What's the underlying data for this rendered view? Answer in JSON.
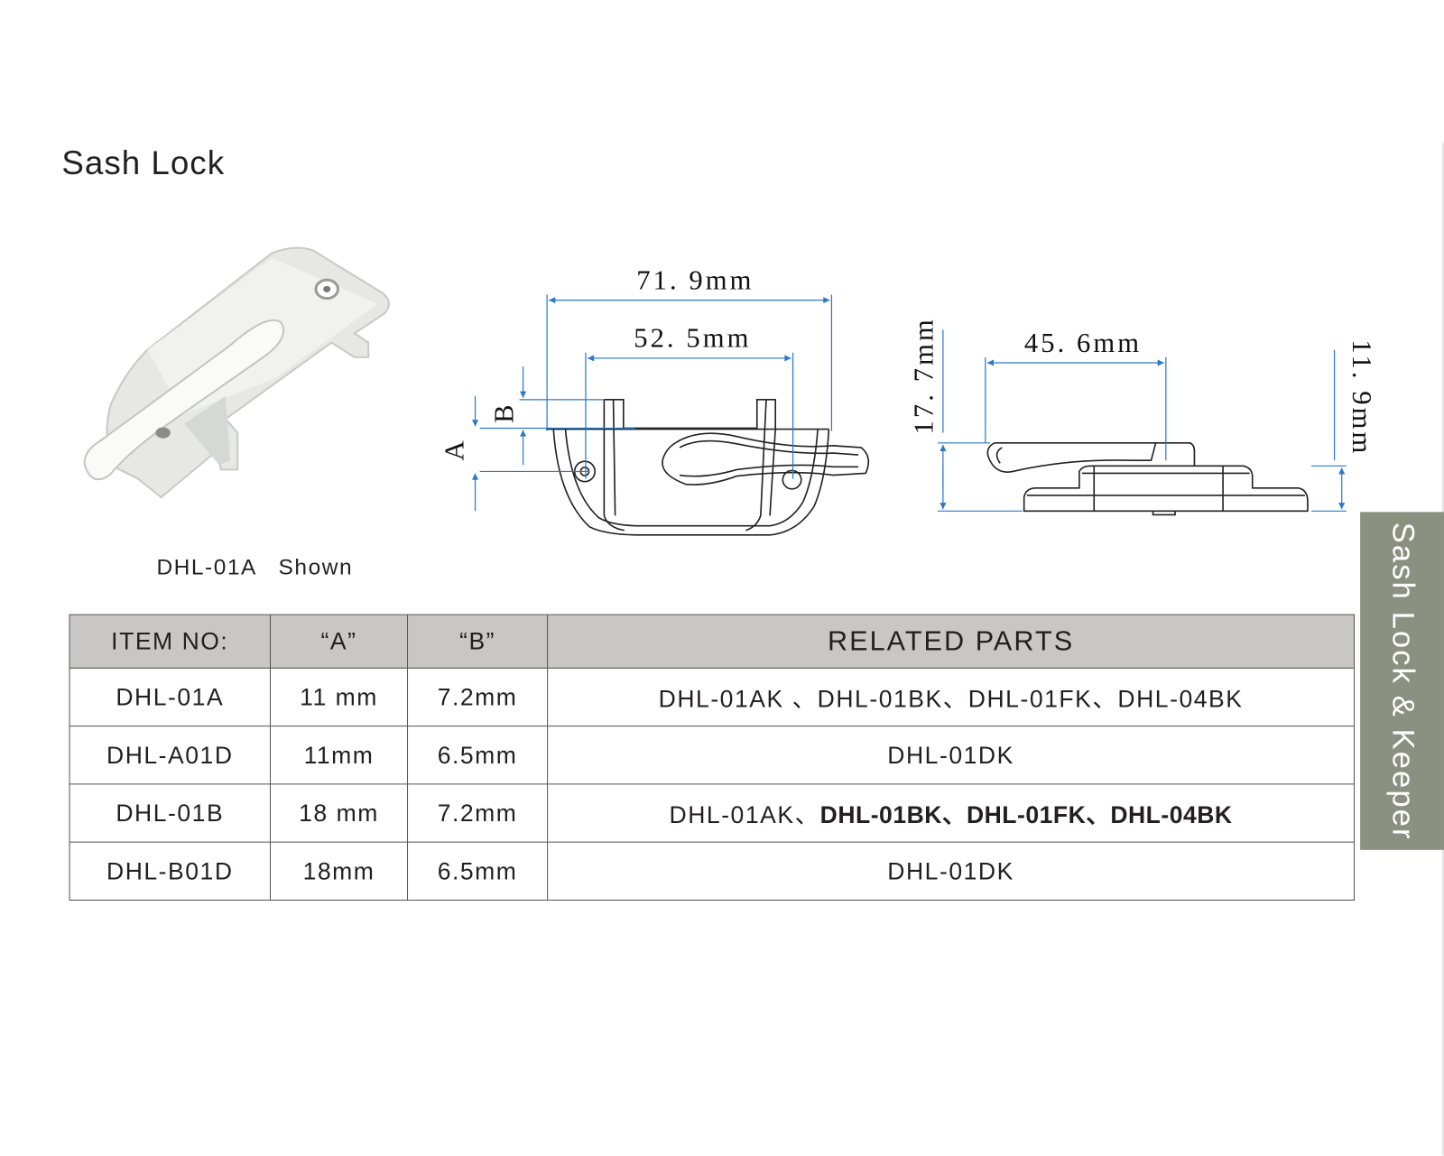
{
  "page_title": "Sash Lock",
  "photo_caption": "DHL-01A   Shown",
  "side_tab": "Sash Lock & Keeper",
  "dimensions": {
    "overall_width": "71. 9mm",
    "hole_spacing": "52. 5mm",
    "label_a": "A",
    "label_b": "B",
    "height": "17. 7mm",
    "keeper_span": "45. 6mm",
    "base_height": "11. 9mm"
  },
  "table": {
    "headers": [
      "ITEM NO:",
      "“A”",
      "“B”",
      "RELATED PARTS"
    ],
    "rows": [
      {
        "item": "DHL-01A",
        "a": "11 mm",
        "b": "7.2mm",
        "related": "DHL-01AK 、DHL-01BK、DHL-01FK、DHL-04BK",
        "related_bold": ""
      },
      {
        "item": "DHL-A01D",
        "a": "11mm",
        "b": "6.5mm",
        "related": "DHL-01DK",
        "related_bold": ""
      },
      {
        "item": "DHL-01B",
        "a": "18 mm",
        "b": "7.2mm",
        "related": "DHL-01AK、",
        "related_bold": "DHL-01BK、DHL-01FK、DHL-04BK"
      },
      {
        "item": "DHL-B01D",
        "a": "18mm",
        "b": "6.5mm",
        "related": "DHL-01DK",
        "related_bold": ""
      }
    ]
  },
  "colors": {
    "dimension": "#2a78c8",
    "header_bg": "#c9c6c6",
    "tab_bg": "#8a9180"
  }
}
